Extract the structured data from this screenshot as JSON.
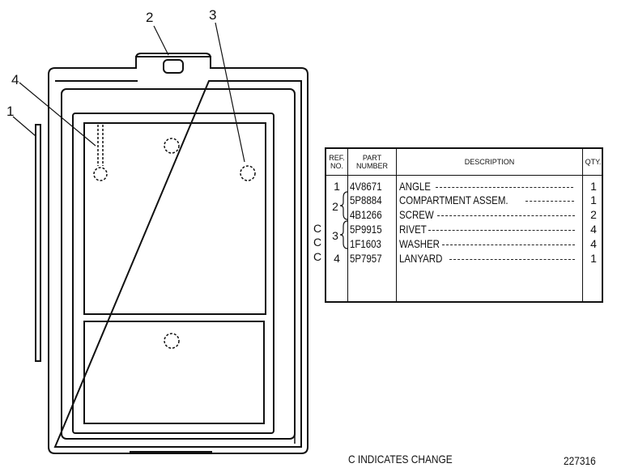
{
  "callouts": [
    "1",
    "2",
    "3",
    "4"
  ],
  "table": {
    "headers": {
      "ref": [
        "REF.",
        "NO."
      ],
      "part": [
        "PART",
        "NUMBER"
      ],
      "description": "DESCRIPTION",
      "qty": "QTY."
    },
    "rows": [
      {
        "change": "",
        "ref": "1",
        "part": "4V8671",
        "description": "ANGLE",
        "qty": "1"
      },
      {
        "change": "",
        "ref": "2",
        "part": "5P8884",
        "description": "COMPARTMENT ASSEM.",
        "qty": "1"
      },
      {
        "change": "",
        "ref": "",
        "part": "4B1266",
        "description": "SCREW",
        "qty": "2"
      },
      {
        "change": "C",
        "ref": "3",
        "part": "5P9915",
        "description": "RIVET",
        "qty": "4"
      },
      {
        "change": "C",
        "ref": "",
        "part": "1F1603",
        "description": "WASHER",
        "qty": "4"
      },
      {
        "change": "C",
        "ref": "4",
        "part": "5P7957",
        "description": "LANYARD",
        "qty": "1"
      }
    ]
  },
  "footer": {
    "legend": "C INDICATES CHANGE",
    "drawing_number": "227316"
  }
}
